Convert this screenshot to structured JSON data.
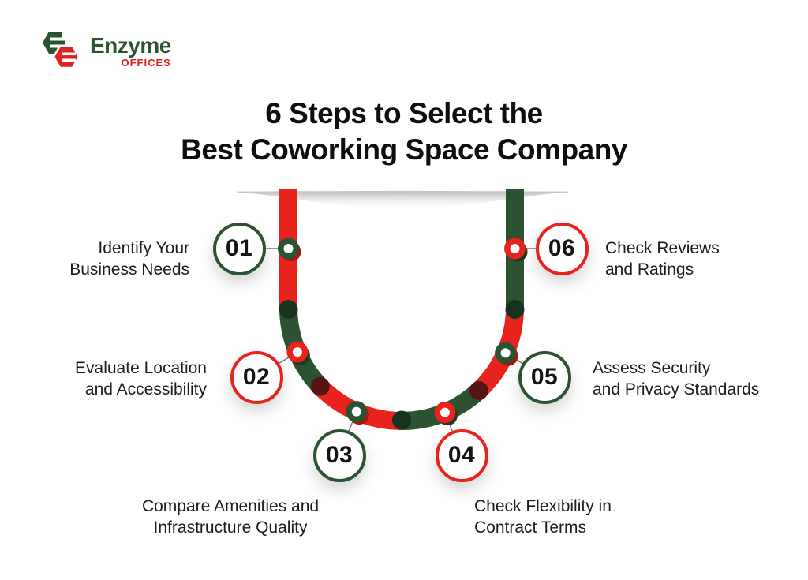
{
  "logo": {
    "name": "Enzyme",
    "suffix": "OFFICES"
  },
  "title": {
    "line1": "6 Steps to Select the",
    "line2": "Best Coworking Space Company"
  },
  "steps": [
    {
      "number": "01",
      "line1": "Identify Your",
      "line2": "Business Needs",
      "accent": "green"
    },
    {
      "number": "02",
      "line1": "Evaluate Location",
      "line2": "and Accessibility",
      "accent": "red"
    },
    {
      "number": "03",
      "line1": "Compare Amenities and",
      "line2": "Infrastructure Quality",
      "accent": "green"
    },
    {
      "number": "04",
      "line1": "Check Flexibility in",
      "line2": "Contract Terms",
      "accent": "red"
    },
    {
      "number": "05",
      "line1": "Assess Security",
      "line2": "and Privacy Standards",
      "accent": "green"
    },
    {
      "number": "06",
      "line1": "Check Reviews",
      "line2": "and Ratings",
      "accent": "red"
    }
  ],
  "colors": {
    "ribbon_red": "#e8231e",
    "ribbon_green": "#2d5231",
    "dot_dark_green": "#17331d",
    "dot_dark_red": "#571312",
    "node_shadow_on_red": "#a81713",
    "node_shadow_on_green": "#1c3a21",
    "logo_green": "#2d5231",
    "logo_red": "#e02020",
    "title_color": "#0e0e0e",
    "label_color": "#1c1c1c",
    "connector_gray": "#777777"
  }
}
